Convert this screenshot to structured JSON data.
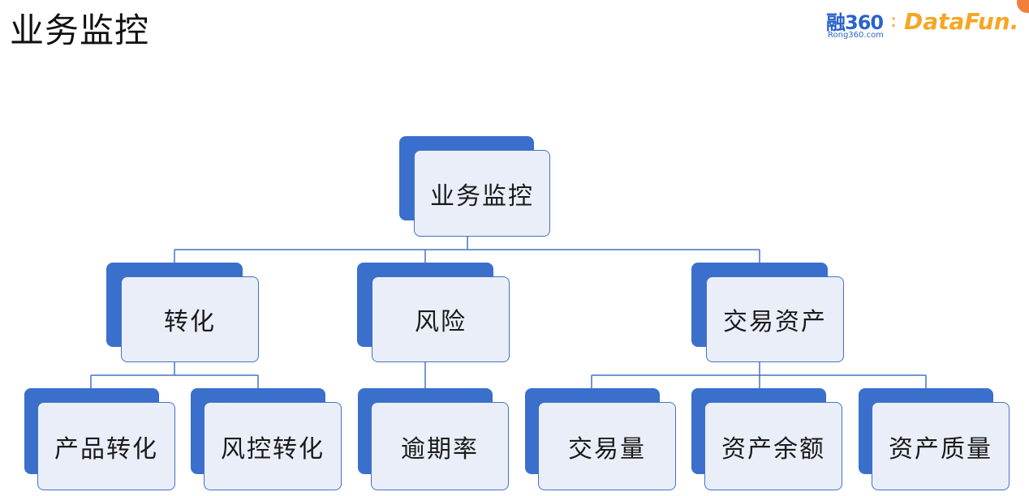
{
  "page": {
    "title": "业务监控"
  },
  "logo": {
    "brand1": "融360",
    "brand1_sub": "Rong360.com",
    "brand2": "DataFun."
  },
  "colors": {
    "node_back": "#3a6fcc",
    "node_front": "#e9eef8",
    "node_border": "#4472c4",
    "connector": "#4472c4"
  },
  "diagram": {
    "root": "业务监控",
    "children": [
      {
        "label": "转化",
        "children": [
          "产品转化",
          "风控转化"
        ]
      },
      {
        "label": "风险",
        "children": [
          "逾期率"
        ]
      },
      {
        "label": "交易资产",
        "children": [
          "交易量",
          "资产余额",
          "资产质量"
        ]
      }
    ]
  }
}
